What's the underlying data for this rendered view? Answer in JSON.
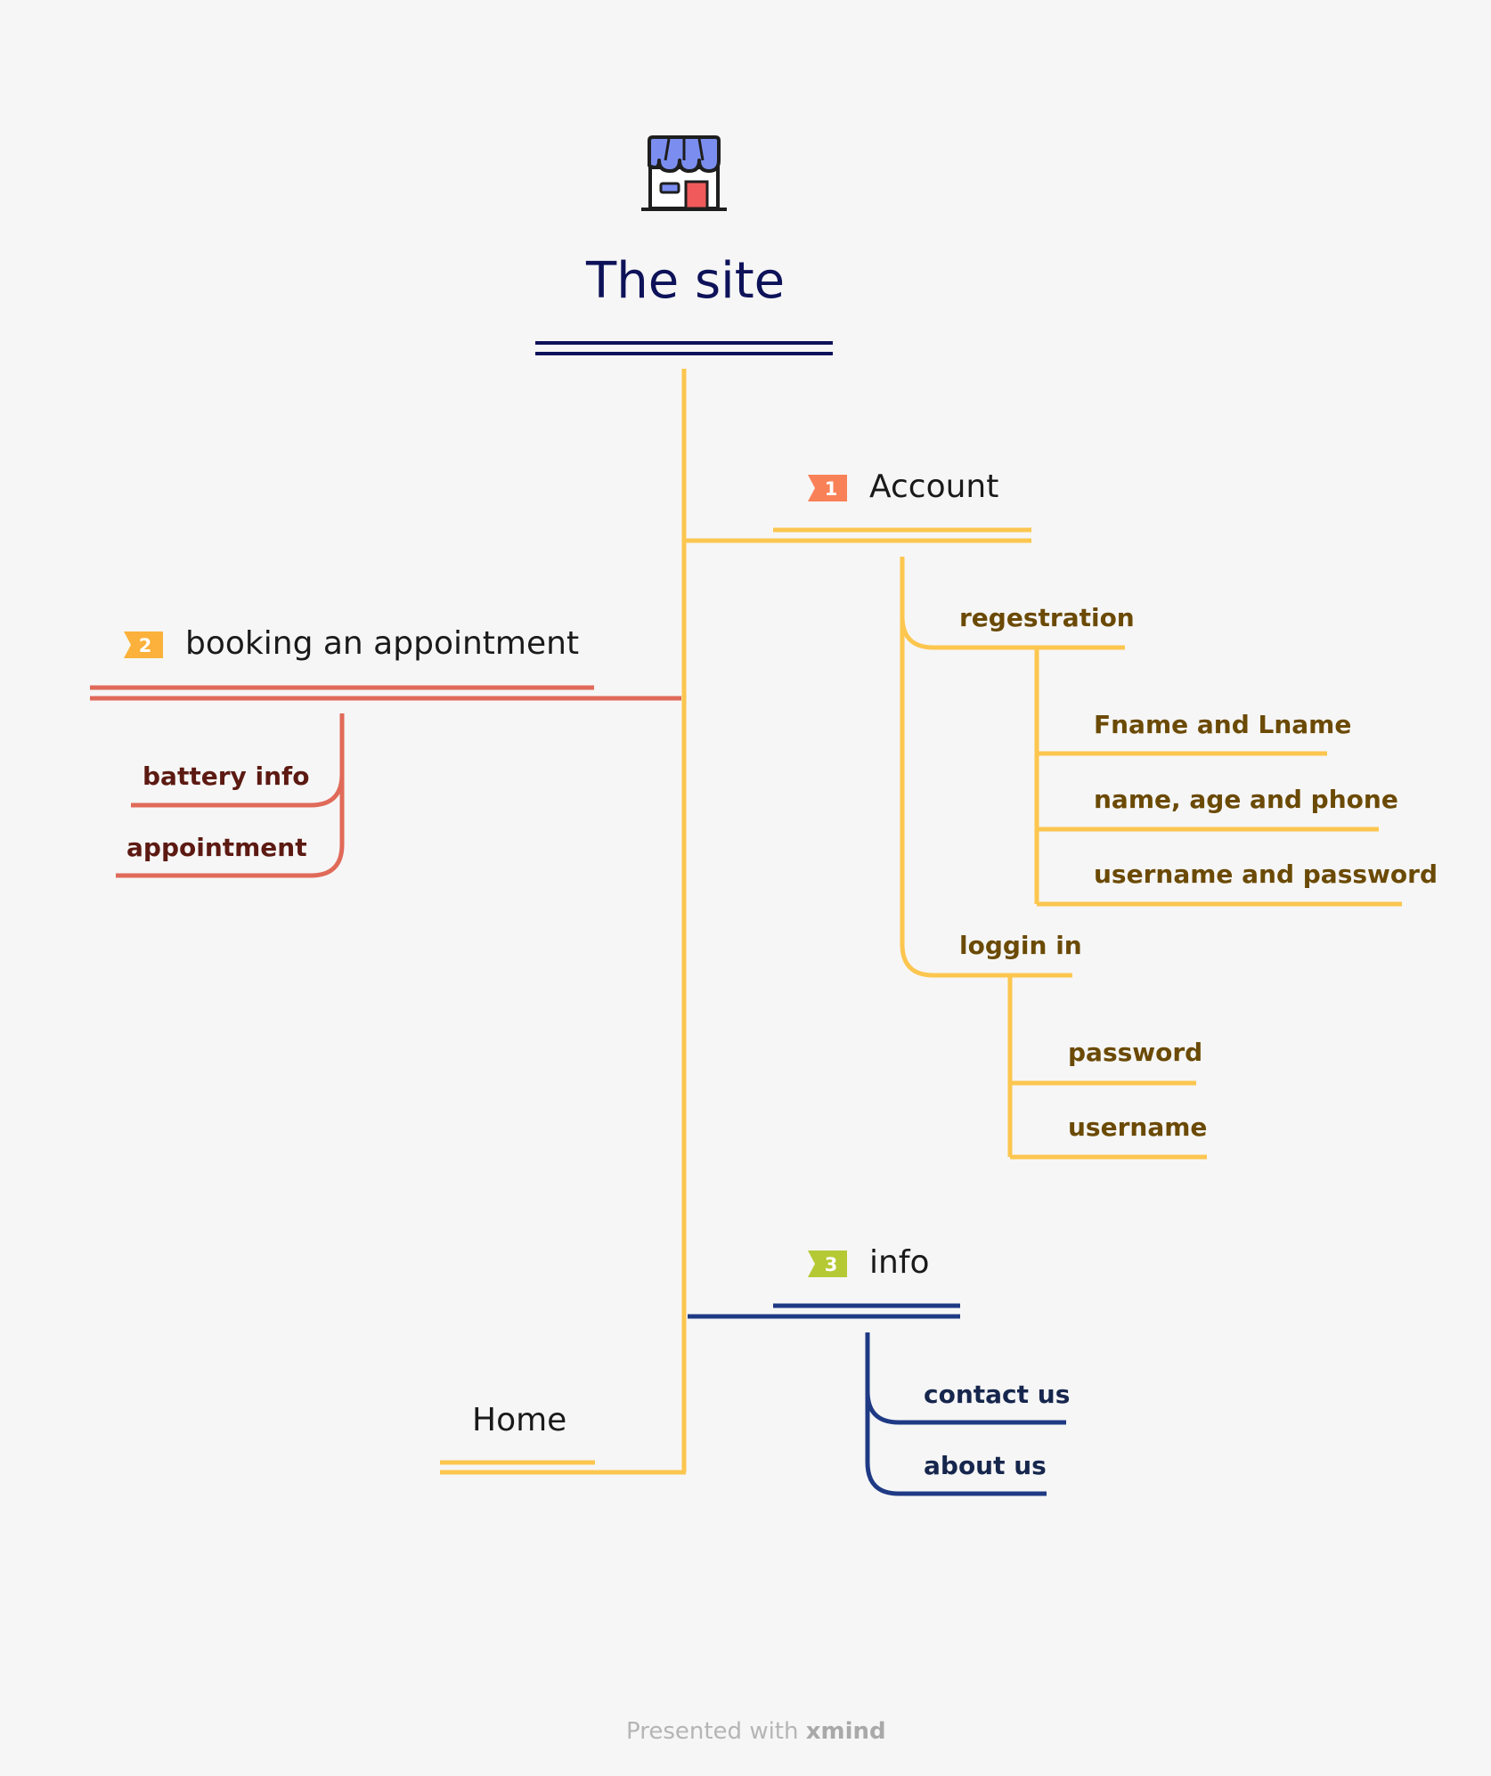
{
  "root": {
    "title": "The site",
    "icon": "store-icon"
  },
  "colors": {
    "trunk": "#fcc64f",
    "account": "#fcc64f",
    "account_text": "#6b4a05",
    "booking": "#e06a59",
    "booking_text": "#5c1a12",
    "info": "#1f3a85",
    "info_text": "#16264d",
    "root_underline": "#0d1259",
    "badge_1": "#f98157",
    "badge_2": "#fbb13b",
    "badge_3": "#b5c934"
  },
  "topics": {
    "account": {
      "badge": "1",
      "label": "Account",
      "children": {
        "registration": {
          "label": "regestration",
          "children": [
            "Fname and Lname",
            "name, age  and phone",
            "username and password"
          ]
        },
        "login": {
          "label": "loggin in",
          "children": [
            "password",
            "username"
          ]
        }
      }
    },
    "booking": {
      "badge": "2",
      "label": "booking an appointment",
      "children": [
        "battery info",
        "appointment"
      ]
    },
    "info": {
      "badge": "3",
      "label": "info",
      "children": [
        "contact us",
        "about us"
      ]
    },
    "home": {
      "label": "Home"
    }
  },
  "footer": {
    "prefix": "Presented with",
    "brand": "xmind"
  }
}
